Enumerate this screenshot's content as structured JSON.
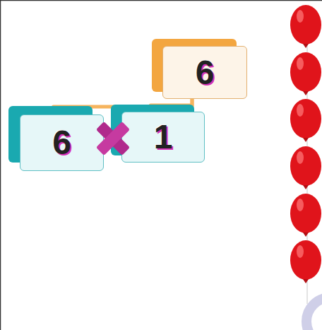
{
  "diagram": {
    "nodes": [
      {
        "text": [
          "6"
        ]
      },
      {
        "text": [
          "6"
        ]
      },
      {
        "text": [
          "1"
        ]
      }
    ],
    "edges": [
      {
        "from": 0,
        "to": 1,
        "arrow": "none"
      },
      {
        "from": 0,
        "to": 2,
        "arrow": "none"
      }
    ]
  }
}
